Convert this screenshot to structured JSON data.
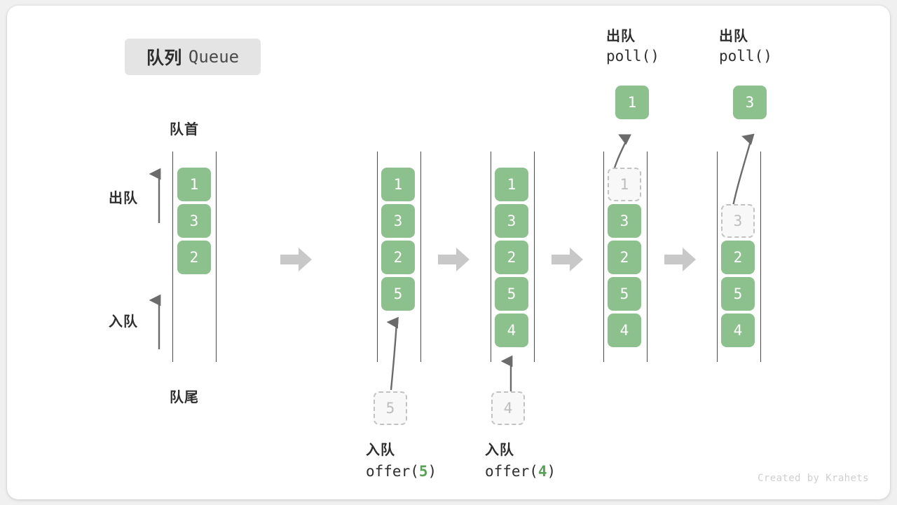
{
  "title": {
    "cn": "队列",
    "en": "Queue"
  },
  "labels": {
    "front": "队首",
    "rear": "队尾",
    "dequeue": "出队",
    "enqueue": "入队"
  },
  "credit": "Created by Krahets",
  "colors": {
    "element": "#8cc08c",
    "ghost_fill": "#f8f8f8",
    "ghost_border": "#c2c2c2",
    "ghost_text": "#bdbdbd",
    "rail": "#4a4a4a",
    "arrow": "#6b6b6b",
    "step_arrow": "#c8c8c8",
    "badge_bg": "#e4e4e4",
    "text": "#2e2e2e",
    "accent_number": "#56a356"
  },
  "columns": [
    {
      "id": "initial",
      "head": null,
      "popped": null,
      "slots": [
        {
          "value": "1",
          "state": "filled"
        },
        {
          "value": "3",
          "state": "filled"
        },
        {
          "value": "2",
          "state": "filled"
        }
      ],
      "incoming": null,
      "foot": null
    },
    {
      "id": "after-offer-5",
      "head": null,
      "popped": null,
      "slots": [
        {
          "value": "1",
          "state": "filled"
        },
        {
          "value": "3",
          "state": "filled"
        },
        {
          "value": "2",
          "state": "filled"
        },
        {
          "value": "5",
          "state": "filled"
        }
      ],
      "incoming": {
        "value": "5",
        "state": "ghost"
      },
      "foot": {
        "line1": "入队",
        "op": "offer(",
        "num": "5",
        "close": ")"
      }
    },
    {
      "id": "after-offer-4",
      "head": null,
      "popped": null,
      "slots": [
        {
          "value": "1",
          "state": "filled"
        },
        {
          "value": "3",
          "state": "filled"
        },
        {
          "value": "2",
          "state": "filled"
        },
        {
          "value": "5",
          "state": "filled"
        },
        {
          "value": "4",
          "state": "filled"
        }
      ],
      "incoming": {
        "value": "4",
        "state": "ghost"
      },
      "foot": {
        "line1": "入队",
        "op": "offer(",
        "num": "4",
        "close": ")"
      }
    },
    {
      "id": "after-poll-1",
      "head": {
        "line1": "出队",
        "line2": "poll()"
      },
      "popped": {
        "value": "1"
      },
      "slots": [
        {
          "value": "1",
          "state": "ghost"
        },
        {
          "value": "3",
          "state": "filled"
        },
        {
          "value": "2",
          "state": "filled"
        },
        {
          "value": "5",
          "state": "filled"
        },
        {
          "value": "4",
          "state": "filled"
        }
      ],
      "incoming": null,
      "foot": null
    },
    {
      "id": "after-poll-3",
      "head": {
        "line1": "出队",
        "line2": "poll()"
      },
      "popped": {
        "value": "3"
      },
      "slots": [
        {
          "value": "",
          "state": "empty"
        },
        {
          "value": "3",
          "state": "ghost"
        },
        {
          "value": "2",
          "state": "filled"
        },
        {
          "value": "5",
          "state": "filled"
        },
        {
          "value": "4",
          "state": "filled"
        }
      ],
      "incoming": null,
      "foot": null
    }
  ]
}
